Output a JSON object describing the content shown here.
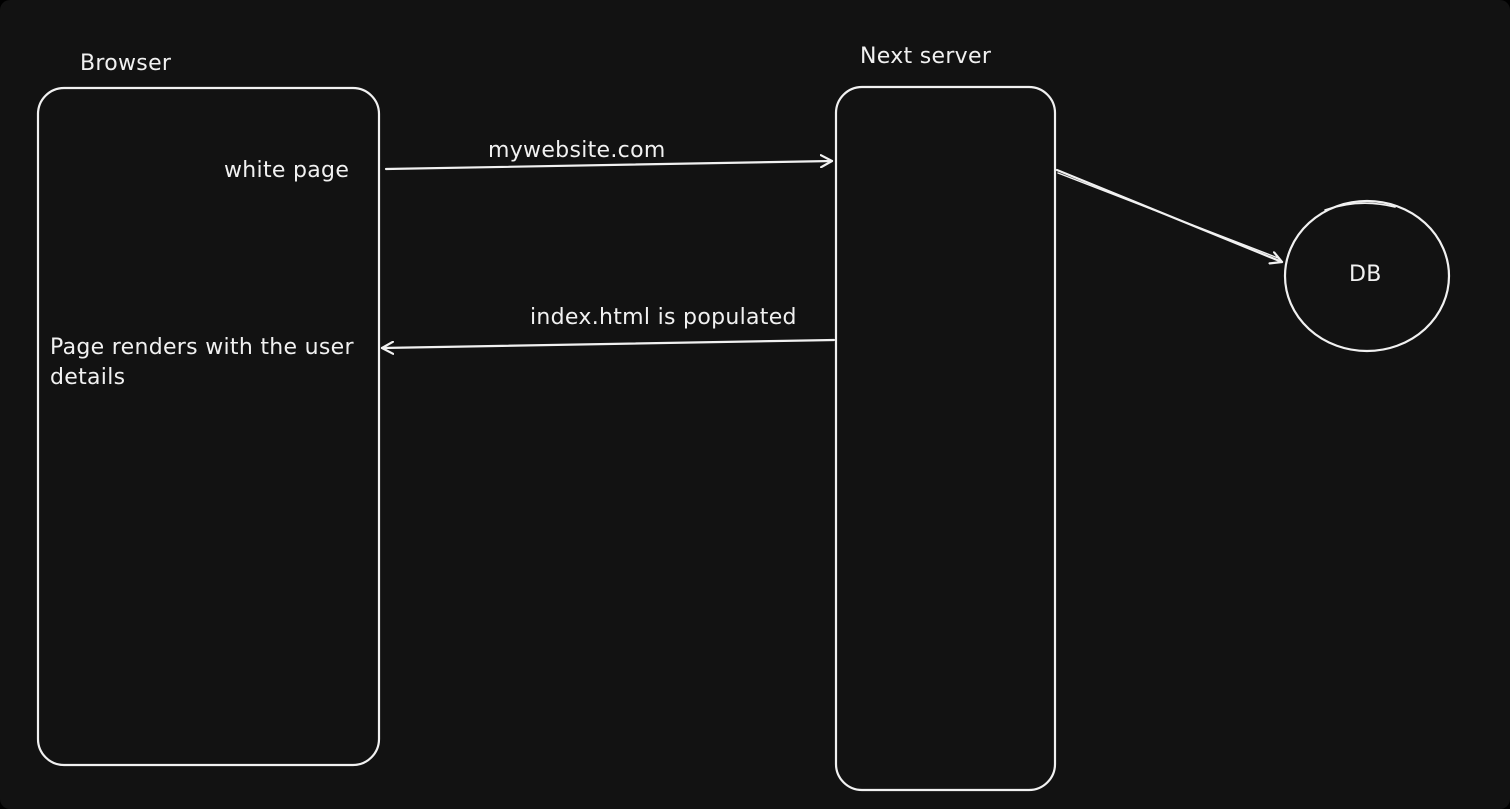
{
  "diagram": {
    "colors": {
      "background": "#121212",
      "stroke": "#f1f1f1",
      "text": "#f1f1f1"
    },
    "nodes": {
      "browser": {
        "label": "Browser"
      },
      "server": {
        "label": "Next server"
      },
      "db": {
        "label": "DB"
      }
    },
    "notes": {
      "white_page": "white page",
      "page_renders": "Page renders with the user details"
    },
    "edges": {
      "request": {
        "label": "mywebsite.com"
      },
      "response": {
        "label": "index.html is populated"
      },
      "db_query": {
        "label": ""
      }
    }
  }
}
